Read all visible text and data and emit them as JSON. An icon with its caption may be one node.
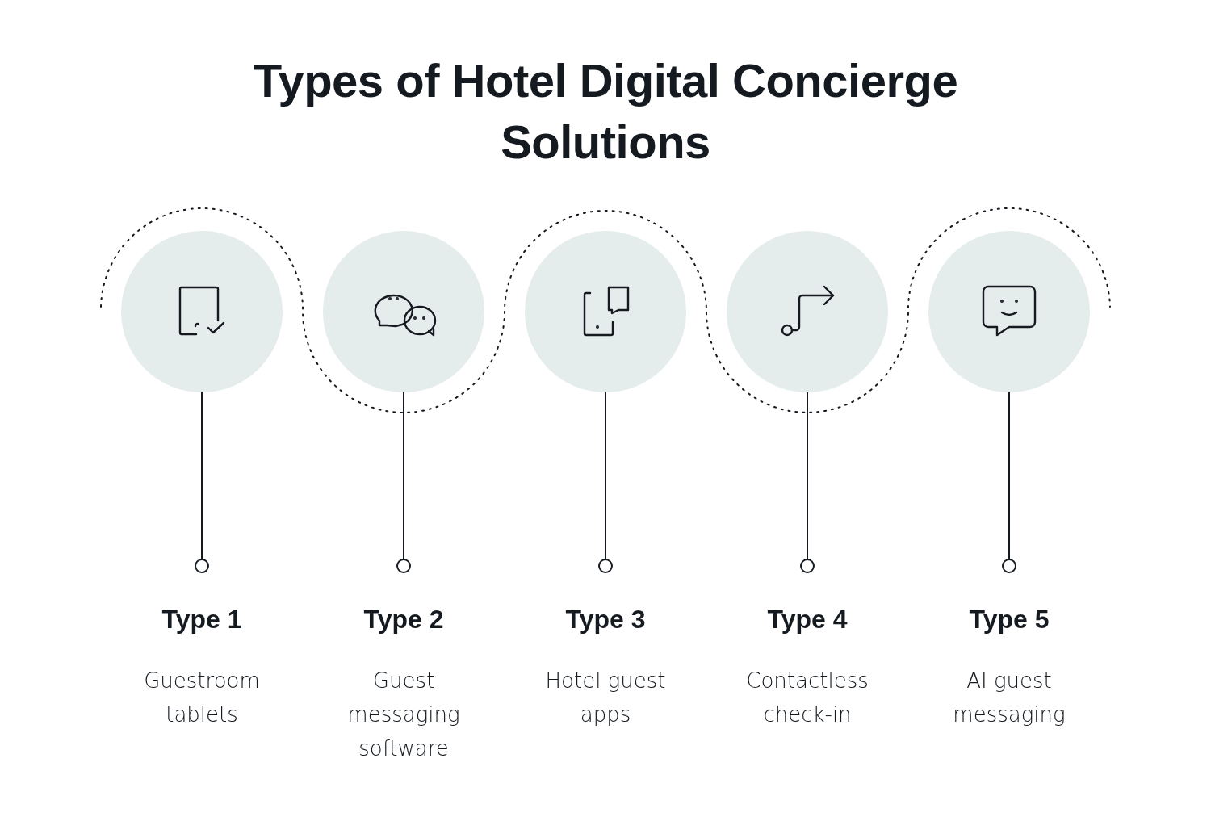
{
  "diagram": {
    "title": "Types of Hotel Digital Concierge Solutions",
    "nodes": [
      {
        "text": [],
        "shape": "circle"
      },
      {
        "text": [],
        "shape": "circle"
      },
      {
        "text": [],
        "shape": "circle"
      },
      {
        "text": [],
        "shape": "circle"
      },
      {
        "text": [],
        "shape": "circle"
      },
      {
        "text": [],
        "shape": "circle",
        "beside": [
          "Type 1",
          "Guestroom tablets"
        ]
      },
      {
        "text": [],
        "shape": "circle",
        "beside": [
          "Type 2",
          "Guest messaging software"
        ]
      },
      {
        "text": [],
        "shape": "circle",
        "beside": [
          "Type 3",
          "Hotel guest apps"
        ]
      },
      {
        "text": [],
        "shape": "circle",
        "beside": [
          "Type 4",
          "Contactless check-in"
        ]
      },
      {
        "text": [],
        "shape": "circle",
        "beside": [
          "Type 5",
          "AI guest messaging"
        ]
      }
    ],
    "edges": [
      {
        "from": 0,
        "to": 5,
        "arrow": "none"
      },
      {
        "from": 1,
        "to": 6,
        "arrow": "none"
      },
      {
        "from": 2,
        "to": 7,
        "arrow": "none"
      },
      {
        "from": 3,
        "to": 8,
        "arrow": "none"
      },
      {
        "from": 4,
        "to": 9,
        "arrow": "none"
      }
    ]
  }
}
